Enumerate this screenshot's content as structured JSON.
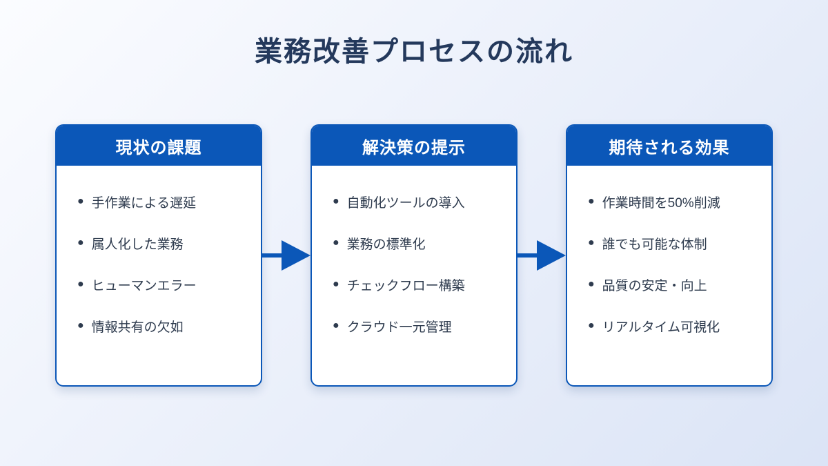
{
  "page": {
    "title": "業務改善プロセスの流れ"
  },
  "colors": {
    "accent_blue": "#0b57b8",
    "title_navy": "#24395c",
    "item_text": "#2e3b4e",
    "background_from": "#fbfcff",
    "background_to": "#dbe4f6",
    "card_background": "#ffffff",
    "header_text": "#ffffff"
  },
  "bullet_glyph": "●",
  "cards": [
    {
      "header": "現状の課題",
      "items": [
        "手作業による遅延",
        "属人化した業務",
        "ヒューマンエラー",
        "情報共有の欠如"
      ]
    },
    {
      "header": "解決策の提示",
      "items": [
        "自動化ツールの導入",
        "業務の標準化",
        "チェックフロー構築",
        "クラウド一元管理"
      ]
    },
    {
      "header": "期待される効果",
      "items": [
        "作業時間を50%削減",
        "誰でも可能な体制",
        "品質の安定・向上",
        "リアルタイム可視化"
      ]
    }
  ]
}
